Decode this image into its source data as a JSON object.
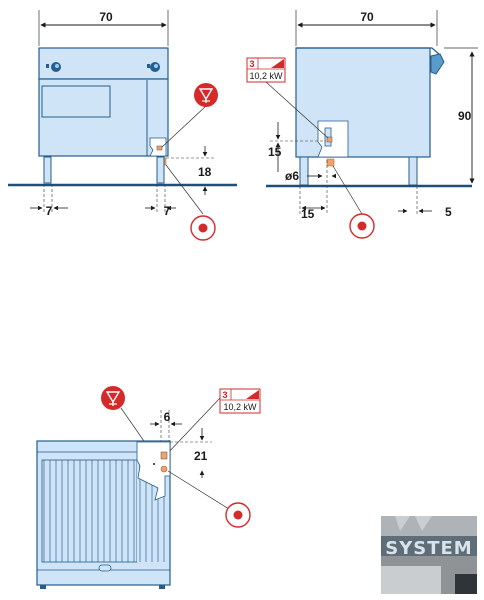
{
  "front_view": {
    "width_dim": "70",
    "feet_offset_left": "7",
    "feet_offset_right": "7",
    "connection_height": "18"
  },
  "side_view": {
    "depth_dim": "70",
    "height_dim": "90",
    "connection_height": "15",
    "hole_diameter": "ø6",
    "connection_offset": "15",
    "foot_offset": "5",
    "phase_count": "3",
    "power": "10,2 kW"
  },
  "top_view": {
    "connection_x": "6",
    "connection_y": "21",
    "phase_count": "3",
    "power": "10,2 kW"
  },
  "logo": {
    "text": "SYSTEM"
  },
  "colors": {
    "body": "#cfe4f6",
    "outline": "#245d8e",
    "floor": "#1d4f7a",
    "marker_red": "#d42a2a",
    "connection_orange": "#f2a06a"
  }
}
